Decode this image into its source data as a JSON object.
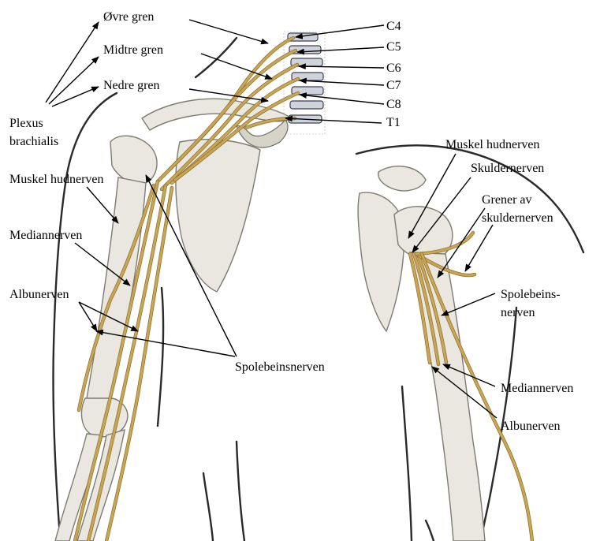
{
  "labels": {
    "ovre_gren": "Øvre gren",
    "midtre_gren": "Midtre gren",
    "nedre_gren": "Nedre gren",
    "plexus_line1": "Plexus",
    "plexus_line2": "brachialis",
    "c4": "C4",
    "c5": "C5",
    "c6": "C6",
    "c7": "C7",
    "c8": "C8",
    "t1": "T1",
    "muskel_left": "Muskel hudnerven",
    "median_left": "Mediannerven",
    "albu_left": "Albunerven",
    "spole_center": "Spolebeinsnerven",
    "muskel_right": "Muskel hudnerven",
    "skulder_right": "Skuldernerven",
    "grener_line1": "Grener av",
    "grener_line2": "skuldernerven",
    "spole_right_line1": "Spolebeins-",
    "spole_right_line2": "nerven",
    "median_right": "Mediannerven",
    "albu_right": "Albunerven"
  }
}
